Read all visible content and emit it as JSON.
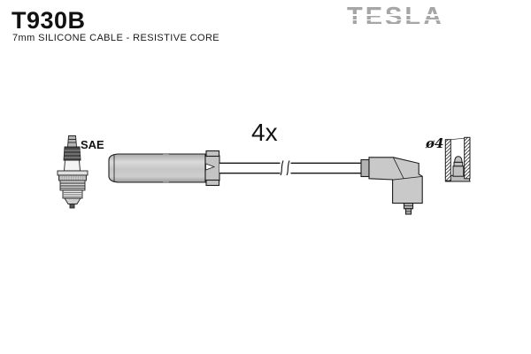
{
  "header": {
    "part_number": "T930B",
    "subtitle": "7mm SILICONE CABLE - RESISTIVE CORE",
    "brand_logo": "TESLA"
  },
  "diagram": {
    "quantity_label": "4x",
    "spark_plug_standard_label": "SAE",
    "terminal_diameter_label": "ø4"
  },
  "colors": {
    "background": "#ffffff",
    "text": "#111111",
    "outline": "#1c1c1c",
    "logo_gray": "#a6a6a6",
    "part_gray": "#c8c8c8"
  }
}
